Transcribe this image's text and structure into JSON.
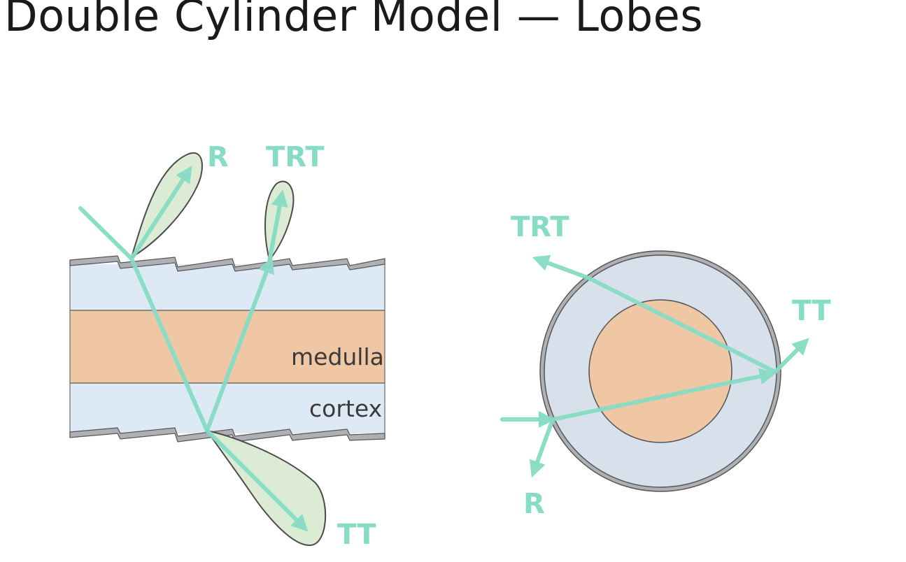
{
  "title": "Double Cylinder Model — Lobes",
  "longitudinal_view": {
    "layers": {
      "medulla": "medulla",
      "cortex": "cortex"
    },
    "lobes": {
      "r": "R",
      "trt": "TRT",
      "tt": "TT"
    }
  },
  "cross_section_view": {
    "lobes": {
      "trt": "TRT",
      "tt": "TT",
      "r": "R"
    }
  },
  "colors": {
    "ray": "#86dcc4",
    "lobe_fill": "#dcebd4",
    "cortex": "#dde9f5",
    "medulla": "#efc7a4",
    "cuticle": "#aeb0b3",
    "cross_cortex": "#d8e1eb"
  }
}
